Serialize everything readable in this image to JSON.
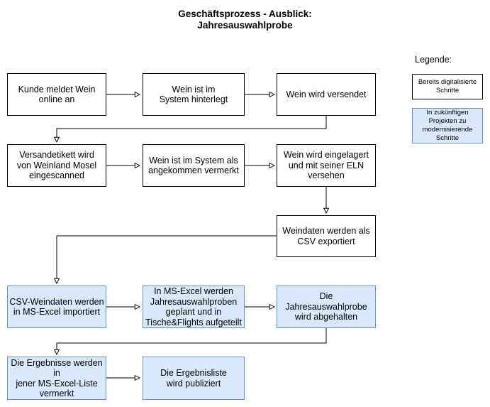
{
  "title": {
    "text": "Geschäftsprozess - Ausblick:\nJahresauswahlprobe"
  },
  "colors": {
    "digitized_fill": "#FFFFFF",
    "digitized_border": "#000000",
    "future_fill": "#DAE8FC",
    "future_border": "#6C8EBF",
    "connector": "#000000"
  },
  "legend": {
    "heading": "Legende:",
    "items": [
      {
        "id": "digitized",
        "label": "Bereits digitalisierte\nSchritte",
        "fill": "#FFFFFF",
        "border": "#000000"
      },
      {
        "id": "future",
        "label": "In zukünftigen\nProjekten zu\nmodernisierende\nSchritte",
        "fill": "#DAE8FC",
        "border": "#6C8EBF"
      }
    ]
  },
  "nodes": [
    {
      "id": "kunde-meldet-wein-online-an",
      "type": "digitized",
      "label": "Kunde meldet Wein\nonline an"
    },
    {
      "id": "wein-ist-im-system-hinterlegt",
      "type": "digitized",
      "label": "Wein ist im\nSystem hinterlegt"
    },
    {
      "id": "wein-wird-versendet",
      "type": "digitized",
      "label": "Wein wird versendet"
    },
    {
      "id": "versandetikett-eingescanned",
      "type": "digitized",
      "label": "Versandetikett wird\nvon Weinland Mosel\neingescanned"
    },
    {
      "id": "wein-als-angekommen-vermerkt",
      "type": "digitized",
      "label": "Wein ist im System als\nangekommen vermerkt"
    },
    {
      "id": "wein-eingelagert-eln",
      "type": "digitized",
      "label": "Wein wird eingelagert\nund mit seiner ELN\nversehen"
    },
    {
      "id": "weindaten-csv-exportiert",
      "type": "digitized",
      "label": "Weindaten werden als\nCSV exportiert"
    },
    {
      "id": "csv-weindaten-importiert",
      "type": "future",
      "label": "CSV-Weindaten werden\nin MS-Excel importiert"
    },
    {
      "id": "excel-jahresauswahlproben-geplant",
      "type": "future",
      "label": "In MS-Excel werden\nJahresauswahlproben\ngeplant und in\nTische&Flights aufgeteilt"
    },
    {
      "id": "jahresauswahlprobe-abgehalten",
      "type": "future",
      "label": "Die Jahresauswahlprobe\nwird abgehalten"
    },
    {
      "id": "ergebnisse-vermerkt",
      "type": "future",
      "label": "Die Ergebnisse werden in\njener MS-Excel-Liste\nvermerkt"
    },
    {
      "id": "ergebnisliste-publiziert",
      "type": "future",
      "label": "Die Ergebnisliste\nwird publiziert"
    }
  ],
  "edges": [
    {
      "from": "kunde-meldet-wein-online-an",
      "to": "wein-ist-im-system-hinterlegt"
    },
    {
      "from": "wein-ist-im-system-hinterlegt",
      "to": "wein-wird-versendet"
    },
    {
      "from": "wein-wird-versendet",
      "to": "versandetikett-eingescanned"
    },
    {
      "from": "versandetikett-eingescanned",
      "to": "wein-als-angekommen-vermerkt"
    },
    {
      "from": "wein-als-angekommen-vermerkt",
      "to": "wein-eingelagert-eln"
    },
    {
      "from": "wein-eingelagert-eln",
      "to": "weindaten-csv-exportiert"
    },
    {
      "from": "weindaten-csv-exportiert",
      "to": "csv-weindaten-importiert"
    },
    {
      "from": "csv-weindaten-importiert",
      "to": "excel-jahresauswahlproben-geplant"
    },
    {
      "from": "excel-jahresauswahlproben-geplant",
      "to": "jahresauswahlprobe-abgehalten"
    },
    {
      "from": "jahresauswahlprobe-abgehalten",
      "to": "ergebnisse-vermerkt"
    },
    {
      "from": "ergebnisse-vermerkt",
      "to": "ergebnisliste-publiziert"
    }
  ]
}
